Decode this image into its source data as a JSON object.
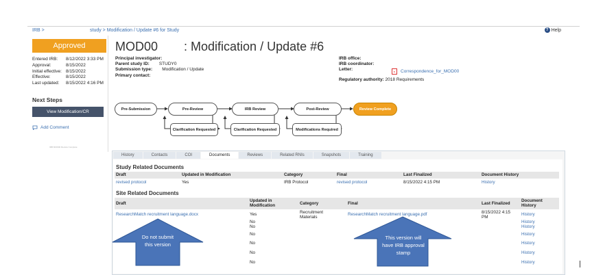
{
  "breadcrumb": {
    "irb": "IRB >",
    "path": "study  >  Modification / Update #6 for Study"
  },
  "help": {
    "icon_glyph": "?",
    "label": "Help"
  },
  "status": {
    "label": "Approved",
    "color": "#f0a020"
  },
  "meta": [
    {
      "key": "Entered IRB:",
      "value": "8/12/2022 3:33 PM"
    },
    {
      "key": "Approval:",
      "value": "8/15/2022"
    },
    {
      "key": "Initial effective:",
      "value": "8/15/2022"
    },
    {
      "key": "Effective:",
      "value": "8/15/2022"
    },
    {
      "key": "Last updated:",
      "value": "8/15/2022 4:16 PM"
    }
  ],
  "next_steps": {
    "title": "Next Steps",
    "button": "View Modification/CR",
    "add_comment": "Add Comment"
  },
  "tiny_footer": "IRB   MOD00   Review Complete",
  "title": {
    "id": "MOD00",
    "rest": ": Modification / Update #6"
  },
  "info_left": {
    "pi": "Principal investigator:",
    "parent": "Parent study ID:",
    "parent_val": "STUDY0",
    "subtype": "Submission type:",
    "subtype_val": "Modification / Update",
    "primary": "Primary contact:"
  },
  "info_right": {
    "office": "IRB office:",
    "coord": "IRB coordinator:",
    "letter": "Letter:",
    "letter_link": "Correspondence_for_MOD00",
    "reg": "Regulatory authority:",
    "reg_val": "2018 Requirements"
  },
  "workflow": {
    "pre_sub": "Pre-Submission",
    "pre_rev": "Pre-Review",
    "irb_rev": "IRB Review",
    "post_rev": "Post-Review",
    "complete": "Review Complete",
    "clar1": "Clarification Requested",
    "clar2": "Clarification Requested",
    "mods": "Modifications Required"
  },
  "tabs": [
    "History",
    "Contacts",
    "COI",
    "Documents",
    "Reviews",
    "Related RNIs",
    "Snapshots",
    "Training"
  ],
  "study_docs": {
    "title": "Study Related Documents",
    "headers": [
      "Draft",
      "Updated in Modification",
      "Category",
      "Final",
      "Last Finalized",
      "Document History"
    ],
    "row": {
      "draft": "revised protocol",
      "updated": "Yes",
      "category": "IRB Protocol",
      "final": "revised protocol",
      "last": "8/15/2022 4:15 PM",
      "history": "History"
    }
  },
  "site_docs": {
    "title": "Site Related Documents",
    "headers": {
      "draft": "Draft",
      "updated": "Updated in Modification",
      "category": "Category",
      "final": "Final",
      "last": "Last Finalized",
      "history": "Document History"
    },
    "row1": {
      "draft": "ResearchMatch recruitment language.docx",
      "updated": "Yes",
      "category": "Recruitment Materials",
      "final": "ResearchMatch recruitment language.pdf",
      "last": "8/15/2022 4:15 PM",
      "history": "History"
    },
    "no": "No",
    "history": "History"
  },
  "callouts": {
    "left": "Do not submit this version",
    "right": "This version will have IRB approval stamp",
    "color": "#4a74b8"
  }
}
